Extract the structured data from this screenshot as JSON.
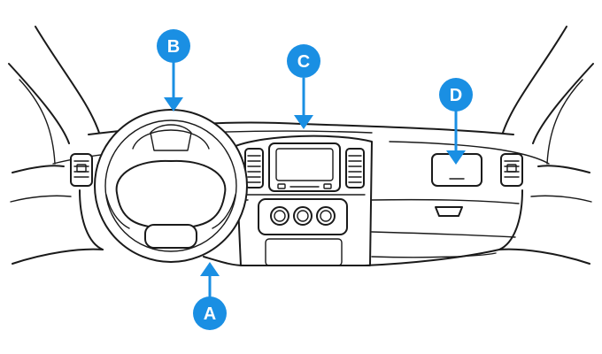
{
  "accent_color": "#1a8fe3",
  "callouts": {
    "a": {
      "label": "A"
    },
    "b": {
      "label": "B"
    },
    "c": {
      "label": "C"
    },
    "d": {
      "label": "D"
    }
  }
}
